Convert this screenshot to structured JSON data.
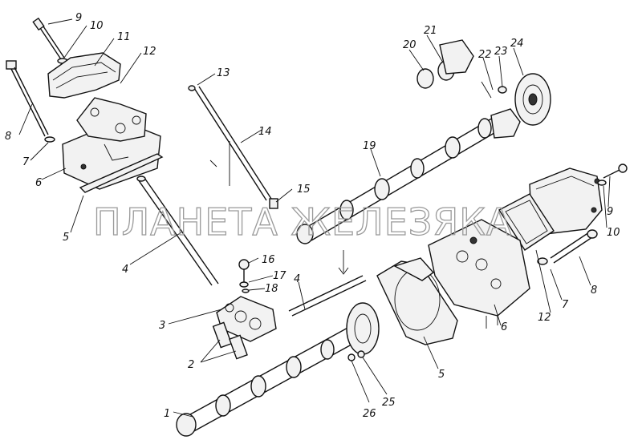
{
  "watermark": "ПЛАНЕТА ЖЕЛЕЗЯКА",
  "callouts": {
    "c1": "1",
    "c2": "2",
    "c3": "3",
    "c4a": "4",
    "c4b": "4",
    "c5a": "5",
    "c5b": "5",
    "c6a": "6",
    "c6b": "6",
    "c7a": "7",
    "c7b": "7",
    "c8a": "8",
    "c8b": "8",
    "c9a": "9",
    "c9b": "9",
    "c10a": "10",
    "c10b": "10",
    "c11": "11",
    "c12a": "12",
    "c12b": "12",
    "c13": "13",
    "c14": "14",
    "c15": "15",
    "c16": "16",
    "c17": "17",
    "c18": "18",
    "c19": "19",
    "c20": "20",
    "c21": "21",
    "c22": "22",
    "c23": "23",
    "c24": "24",
    "c25": "25",
    "c26": "26"
  }
}
